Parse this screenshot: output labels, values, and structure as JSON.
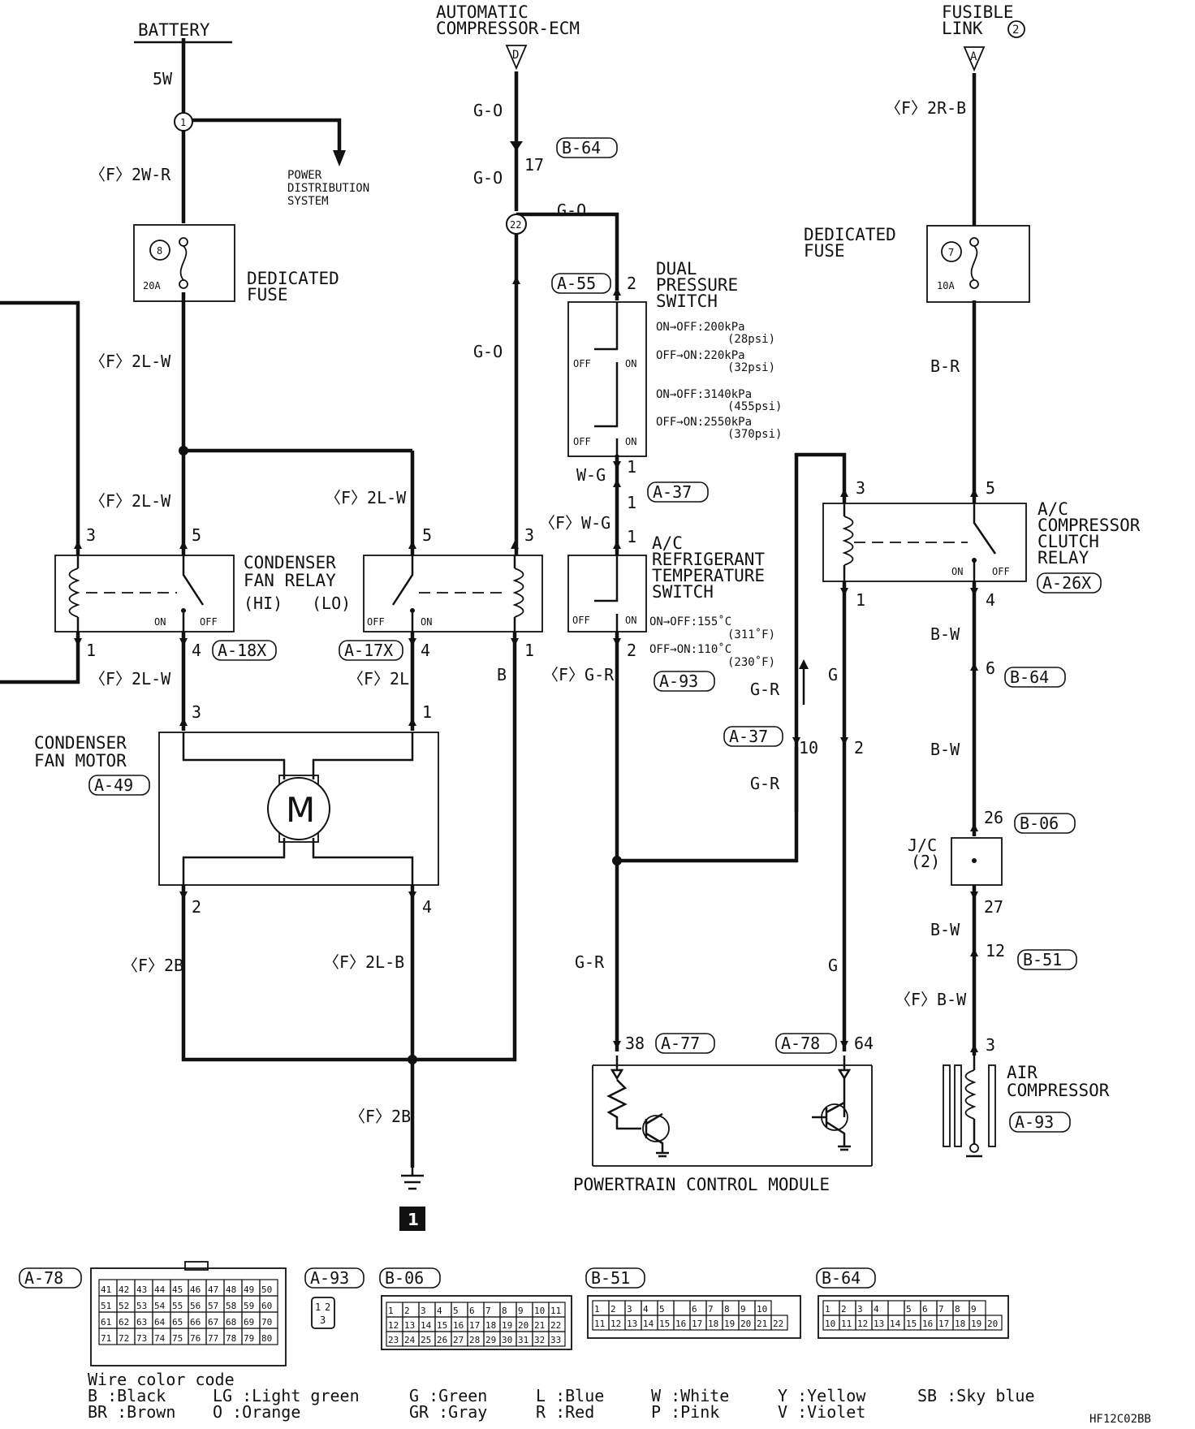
{
  "sources": {
    "battery": "BATTERY",
    "ecm_line1": "AUTOMATIC",
    "ecm_line2": "COMPRESSOR-ECM",
    "ecm_tag": "D",
    "fusible_line1": "FUSIBLE",
    "fusible_line2": "LINK",
    "fusible_num": "2",
    "fusible_tag": "A"
  },
  "battery_branch": {
    "wire_5w": "5W",
    "splice_1": "1",
    "wire_fw_2wr": "〈F〉2W-R",
    "power_dist_1": "POWER",
    "power_dist_2": "DISTRIBUTION",
    "power_dist_3": "SYSTEM"
  },
  "fuse_left": {
    "num": "8",
    "rating": "20A",
    "label1": "DEDICATED",
    "label2": "FUSE",
    "wire_out": "〈F〉2L-W"
  },
  "fuse_right": {
    "num": "7",
    "rating": "10A",
    "label1": "DEDICATED",
    "label2": "FUSE",
    "wire_in": "〈F〉2R-B",
    "wire_out": "B-R"
  },
  "ecm_branch": {
    "wire_go_1": "G-O",
    "pin_17": "17",
    "conn_b64": "B-64",
    "wire_go_2": "G-O",
    "splice_22": "22",
    "wire_go_3": "G-O",
    "wire_go_4": "G-O",
    "wire_b": "B"
  },
  "dual_pressure": {
    "conn": "A-55",
    "pin": "2",
    "label1": "DUAL",
    "label2": "PRESSURE",
    "label3": "SWITCH",
    "spec1": "ON→OFF:200kPa",
    "spec1b": "(28psi)",
    "spec2": "OFF→ON:220kPa",
    "spec2b": "(32psi)",
    "spec3": "ON→OFF:3140kPa",
    "spec3b": "(455psi)",
    "spec4": "OFF→ON:2550kPa",
    "spec4b": "(370psi)",
    "off": "OFF",
    "on": "ON",
    "pin_out": "1"
  },
  "a37": {
    "wire_wg": "W-G",
    "pin_in": "1",
    "conn": "A-37",
    "wire_fwg": "〈F〉W-G"
  },
  "refrigerant_switch": {
    "pin_in": "1",
    "label1": "A/C",
    "label2": "REFRIGERANT",
    "label3": "TEMPERATURE",
    "label4": "SWITCH",
    "spec1": "ON→OFF:155˚C",
    "spec1b": "(311˚F)",
    "spec2": "OFF→ON:110˚C",
    "spec2b": "(230˚F)",
    "off": "OFF",
    "on": "ON",
    "pin_out": "2",
    "wire_out": "〈F〉G-R",
    "conn": "A-93"
  },
  "relay_hi": {
    "wire_left": "〈F〉2L-W",
    "pin_3": "3",
    "pin_5": "5",
    "pin_1": "1",
    "pin_4": "4",
    "on": "ON",
    "off": "OFF",
    "conn": "A-18X",
    "wire_out": "〈F〉2L-W"
  },
  "relay_lo": {
    "wire_in": "〈F〉2L-W",
    "pin_5": "5",
    "pin_3": "3",
    "pin_4": "4",
    "pin_1": "1",
    "off": "OFF",
    "on": "ON",
    "conn": "A-17X",
    "wire_out": "〈F〉2L"
  },
  "relay_title": {
    "line1": "CONDENSER",
    "line2": "FAN RELAY",
    "hi": "(HI)",
    "lo": "(LO)"
  },
  "fan_motor": {
    "label1": "CONDENSER",
    "label2": "FAN MOTOR",
    "conn": "A-49",
    "motor": "M",
    "pin_3": "3",
    "pin_1": "1",
    "pin_2": "2",
    "pin_4": "4",
    "wire_left": "〈F〉2B",
    "wire_right": "〈F〉2L-B"
  },
  "ground": {
    "wire": "〈F〉2B",
    "id": "1"
  },
  "pcm_wiring": {
    "wire_gr_1": "G-R",
    "conn_a37": "A-37",
    "pin_10": "10",
    "pin_2": "2",
    "wire_gr_2": "G-R",
    "wire_g_1": "G",
    "wire_g_2": "G",
    "wire_gr_3": "G-R",
    "pin_38": "38",
    "conn_a77": "A-77",
    "conn_a78": "A-78",
    "pin_64": "64",
    "pcm_label": "POWERTRAIN CONTROL MODULE"
  },
  "clutch_relay": {
    "pin_3": "3",
    "pin_5": "5",
    "pin_1": "1",
    "pin_4": "4",
    "label1": "A/C",
    "label2": "COMPRESSOR",
    "label3": "CLUTCH",
    "label4": "RELAY",
    "conn": "A-26X",
    "on": "ON",
    "off": "OFF"
  },
  "compressor_branch": {
    "wire_bw_1": "B-W",
    "pin_6": "6",
    "conn_b64": "B-64",
    "wire_bw_2": "B-W",
    "pin_26": "26",
    "conn_b06": "B-06",
    "jc_1": "J/C",
    "jc_2": "(2)",
    "pin_27": "27",
    "wire_bw_3": "B-W",
    "pin_12": "12",
    "conn_b51": "B-51",
    "wire_fbw": "〈F〉B-W",
    "pin_3": "3",
    "comp_1": "AIR",
    "comp_2": "COMPRESSOR",
    "conn_a93": "A-93"
  },
  "connectors": {
    "a78": {
      "label": "A-78",
      "rows": [
        [
          "41",
          "42",
          "43",
          "44",
          "45",
          "46",
          "47",
          "48",
          "49",
          "50"
        ],
        [
          "51",
          "52",
          "53",
          "54",
          "55",
          "56",
          "57",
          "58",
          "59",
          "60"
        ],
        [
          "61",
          "62",
          "63",
          "64",
          "65",
          "66",
          "67",
          "68",
          "69",
          "70"
        ],
        [
          "71",
          "72",
          "73",
          "74",
          "75",
          "76",
          "77",
          "78",
          "79",
          "80"
        ]
      ]
    },
    "a93": {
      "label": "A-93",
      "pins": [
        "1",
        "2",
        "3"
      ]
    },
    "b06": {
      "label": "B-06",
      "rows": [
        [
          "1",
          "2",
          "3",
          "4",
          "5",
          "6",
          "7",
          "8",
          "9",
          "10",
          "11"
        ],
        [
          "12",
          "13",
          "14",
          "15",
          "16",
          "17",
          "18",
          "19",
          "20",
          "21",
          "22"
        ],
        [
          "23",
          "24",
          "25",
          "26",
          "27",
          "28",
          "29",
          "30",
          "31",
          "32",
          "33"
        ]
      ]
    },
    "b51": {
      "label": "B-51",
      "rows": [
        [
          "1",
          "2",
          "3",
          "4",
          "5",
          "",
          "6",
          "7",
          "8",
          "9",
          "10"
        ],
        [
          "11",
          "12",
          "13",
          "14",
          "15",
          "16",
          "17",
          "18",
          "19",
          "20",
          "21",
          "22"
        ]
      ]
    },
    "b64": {
      "label": "B-64",
      "rows": [
        [
          "1",
          "2",
          "3",
          "4",
          "",
          "5",
          "6",
          "7",
          "8",
          "9"
        ],
        [
          "10",
          "11",
          "12",
          "13",
          "14",
          "15",
          "16",
          "17",
          "18",
          "19",
          "20"
        ]
      ]
    }
  },
  "legend": {
    "title": "Wire color code",
    "items": [
      {
        "code": "B",
        "name": "Black"
      },
      {
        "code": "BR",
        "name": "Brown"
      },
      {
        "code": "LG",
        "name": "Light green"
      },
      {
        "code": "O",
        "name": "Orange"
      },
      {
        "code": "G",
        "name": "Green"
      },
      {
        "code": "GR",
        "name": "Gray"
      },
      {
        "code": "L",
        "name": "Blue"
      },
      {
        "code": "R",
        "name": "Red"
      },
      {
        "code": "W",
        "name": "White"
      },
      {
        "code": "P",
        "name": "Pink"
      },
      {
        "code": "Y",
        "name": "Yellow"
      },
      {
        "code": "V",
        "name": "Violet"
      },
      {
        "code": "SB",
        "name": "Sky blue"
      }
    ]
  },
  "doc_code": "HF12C02BB"
}
